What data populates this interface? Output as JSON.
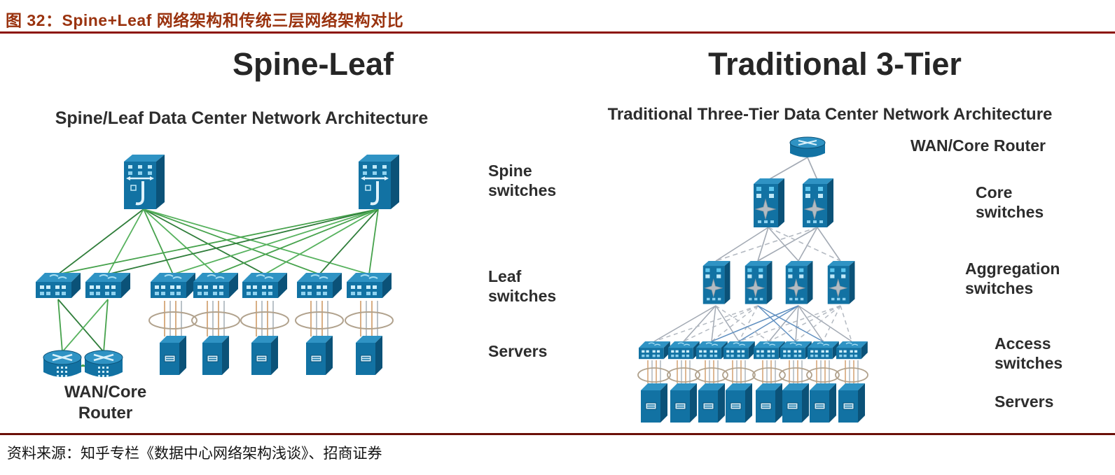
{
  "header": {
    "title": "图 32：Spine+Leaf 网络架构和传统三层网络架构对比"
  },
  "footer": {
    "source": "资料来源：知乎专栏《数据中心网络架构浅谈》、招商证券"
  },
  "colors": {
    "accent_red": "#9a330f",
    "rule_red": "#8c1206",
    "device_blue": "#1272a3",
    "device_blue_dark": "#0b5278",
    "device_blue_light": "#2f93c4",
    "link_green": "#46a24c",
    "link_gray": "#a3aab4",
    "link_blue": "#5f8fc0",
    "link_orange": "#cf9a66",
    "label_dark": "#2d2d2d"
  },
  "left_panel": {
    "title": "Spine-Leaf",
    "subtitle": "Spine/Leaf Data Center Network Architecture",
    "labels": {
      "spine": "Spine\nswitches",
      "leaf": "Leaf\nswitches",
      "servers": "Servers",
      "wan_router": "WAN/Core\nRouter"
    },
    "structure": {
      "spine_switch_count": 2,
      "leaf_switch_count": 7,
      "server_count": 5,
      "wan_router_count": 2,
      "topology": "full mesh spine-to-leaf (green links); two leftmost leaves cross-connect to WAN/Core routers; each remaining leaf links down to one server through a link-bundle ellipse"
    }
  },
  "right_panel": {
    "title": "Traditional 3-Tier",
    "subtitle": "Traditional Three-Tier Data Center Network Architecture",
    "labels": {
      "wan_router": "WAN/Core Router",
      "core": "Core\nswitches",
      "aggregation": "Aggregation\nswitches",
      "access": "Access\nswitches",
      "servers": "Servers"
    },
    "structure": {
      "wan_router_count": 1,
      "core_switch_count": 2,
      "aggregation_switch_count": 4,
      "access_switch_count": 8,
      "server_count": 8,
      "topology": "WAN router feeds two core switches; cores link to four aggregation switches (solid + dashed backup links); aggregation links to eight access switches; each access switch links down to one server through a link-bundle ellipse"
    }
  }
}
